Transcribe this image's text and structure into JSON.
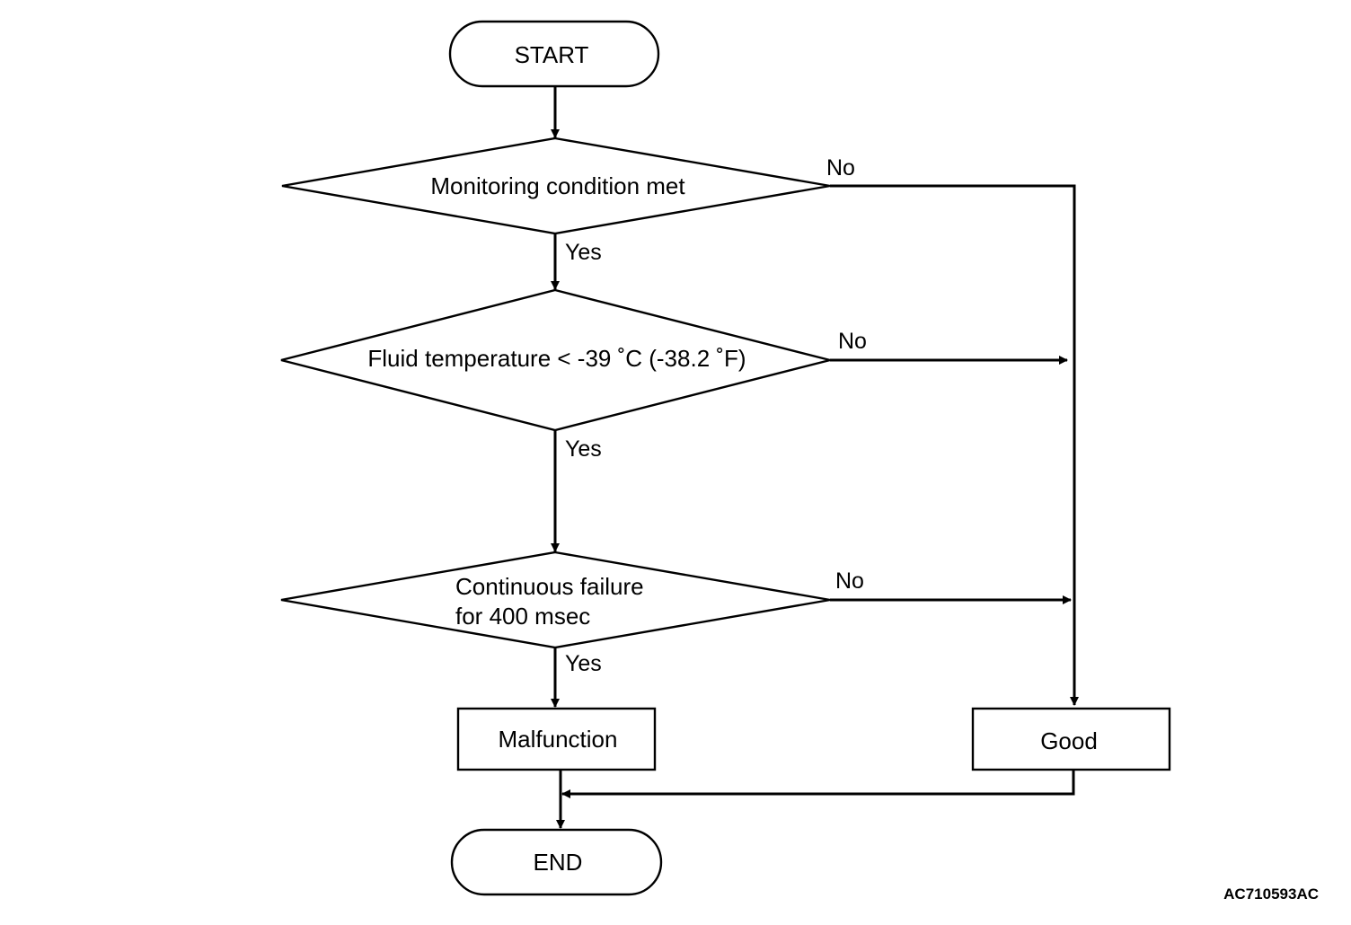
{
  "nodes": {
    "start": "START",
    "decision1": "Monitoring condition met",
    "decision2": "Fluid temperature < -39 ˚C (-38.2 ˚F)",
    "decision3_line1": "Continuous failure",
    "decision3_line2": "for 400 msec",
    "malfunction": "Malfunction",
    "good": "Good",
    "end": "END"
  },
  "edges": {
    "d1_no": "No",
    "d1_yes": "Yes",
    "d2_no": "No",
    "d2_yes": "Yes",
    "d3_no": "No",
    "d3_yes": "Yes"
  },
  "figure_code": "AC710593AC"
}
